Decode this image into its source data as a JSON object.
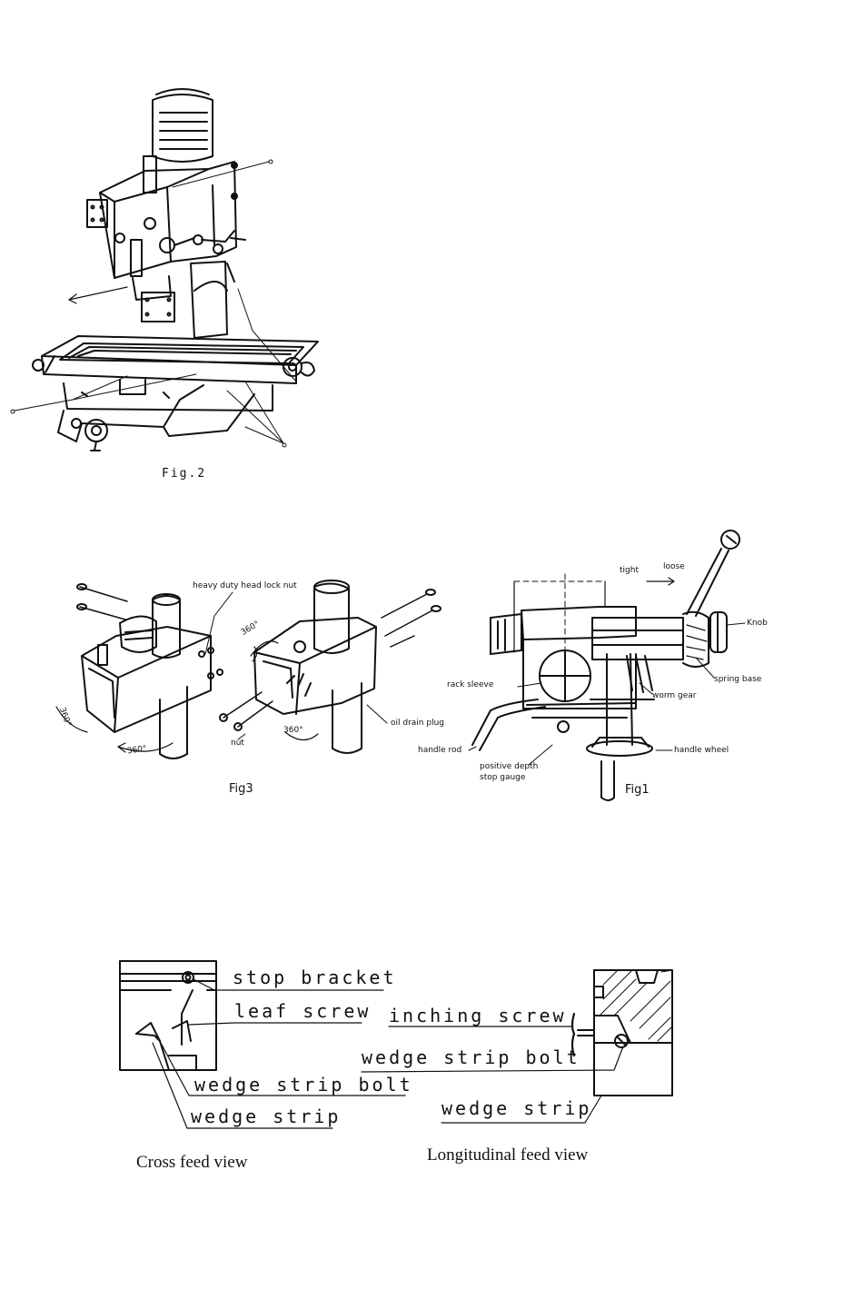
{
  "fig2": {
    "caption": "Fig.2"
  },
  "fig3": {
    "caption": "Fig3",
    "labels": {
      "head_lock_nut": "heavy duty head lock nut",
      "oil_drain_plug": "oil drain plug",
      "nut": "nut",
      "deg_a": "360°",
      "deg_b": "360°",
      "deg_c": "360°",
      "deg_d": "360°"
    }
  },
  "fig1": {
    "caption": "Fig1",
    "labels": {
      "tight": "tight",
      "loose": "loose",
      "knob": "Knob",
      "spring_base": "spring base",
      "worm_gear": "worm gear",
      "rack_sleeve": "rack sleeve",
      "handle_rod": "handle rod",
      "handle_wheel": "handle wheel",
      "positive_depth": "positive depth",
      "stop_gauge": "stop gauge"
    }
  },
  "feed": {
    "cross": {
      "caption": "Cross feed view",
      "stop_bracket": "stop bracket",
      "leaf_screw": "leaf screw",
      "wedge_strip_bolt": "wedge strip bolt",
      "wedge_strip": "wedge strip"
    },
    "longitudinal": {
      "caption": "Longitudinal feed view",
      "inching_screw": "inching screw",
      "wedge_strip_bolt": "wedge strip bolt",
      "wedge_strip": "wedge strip"
    }
  }
}
